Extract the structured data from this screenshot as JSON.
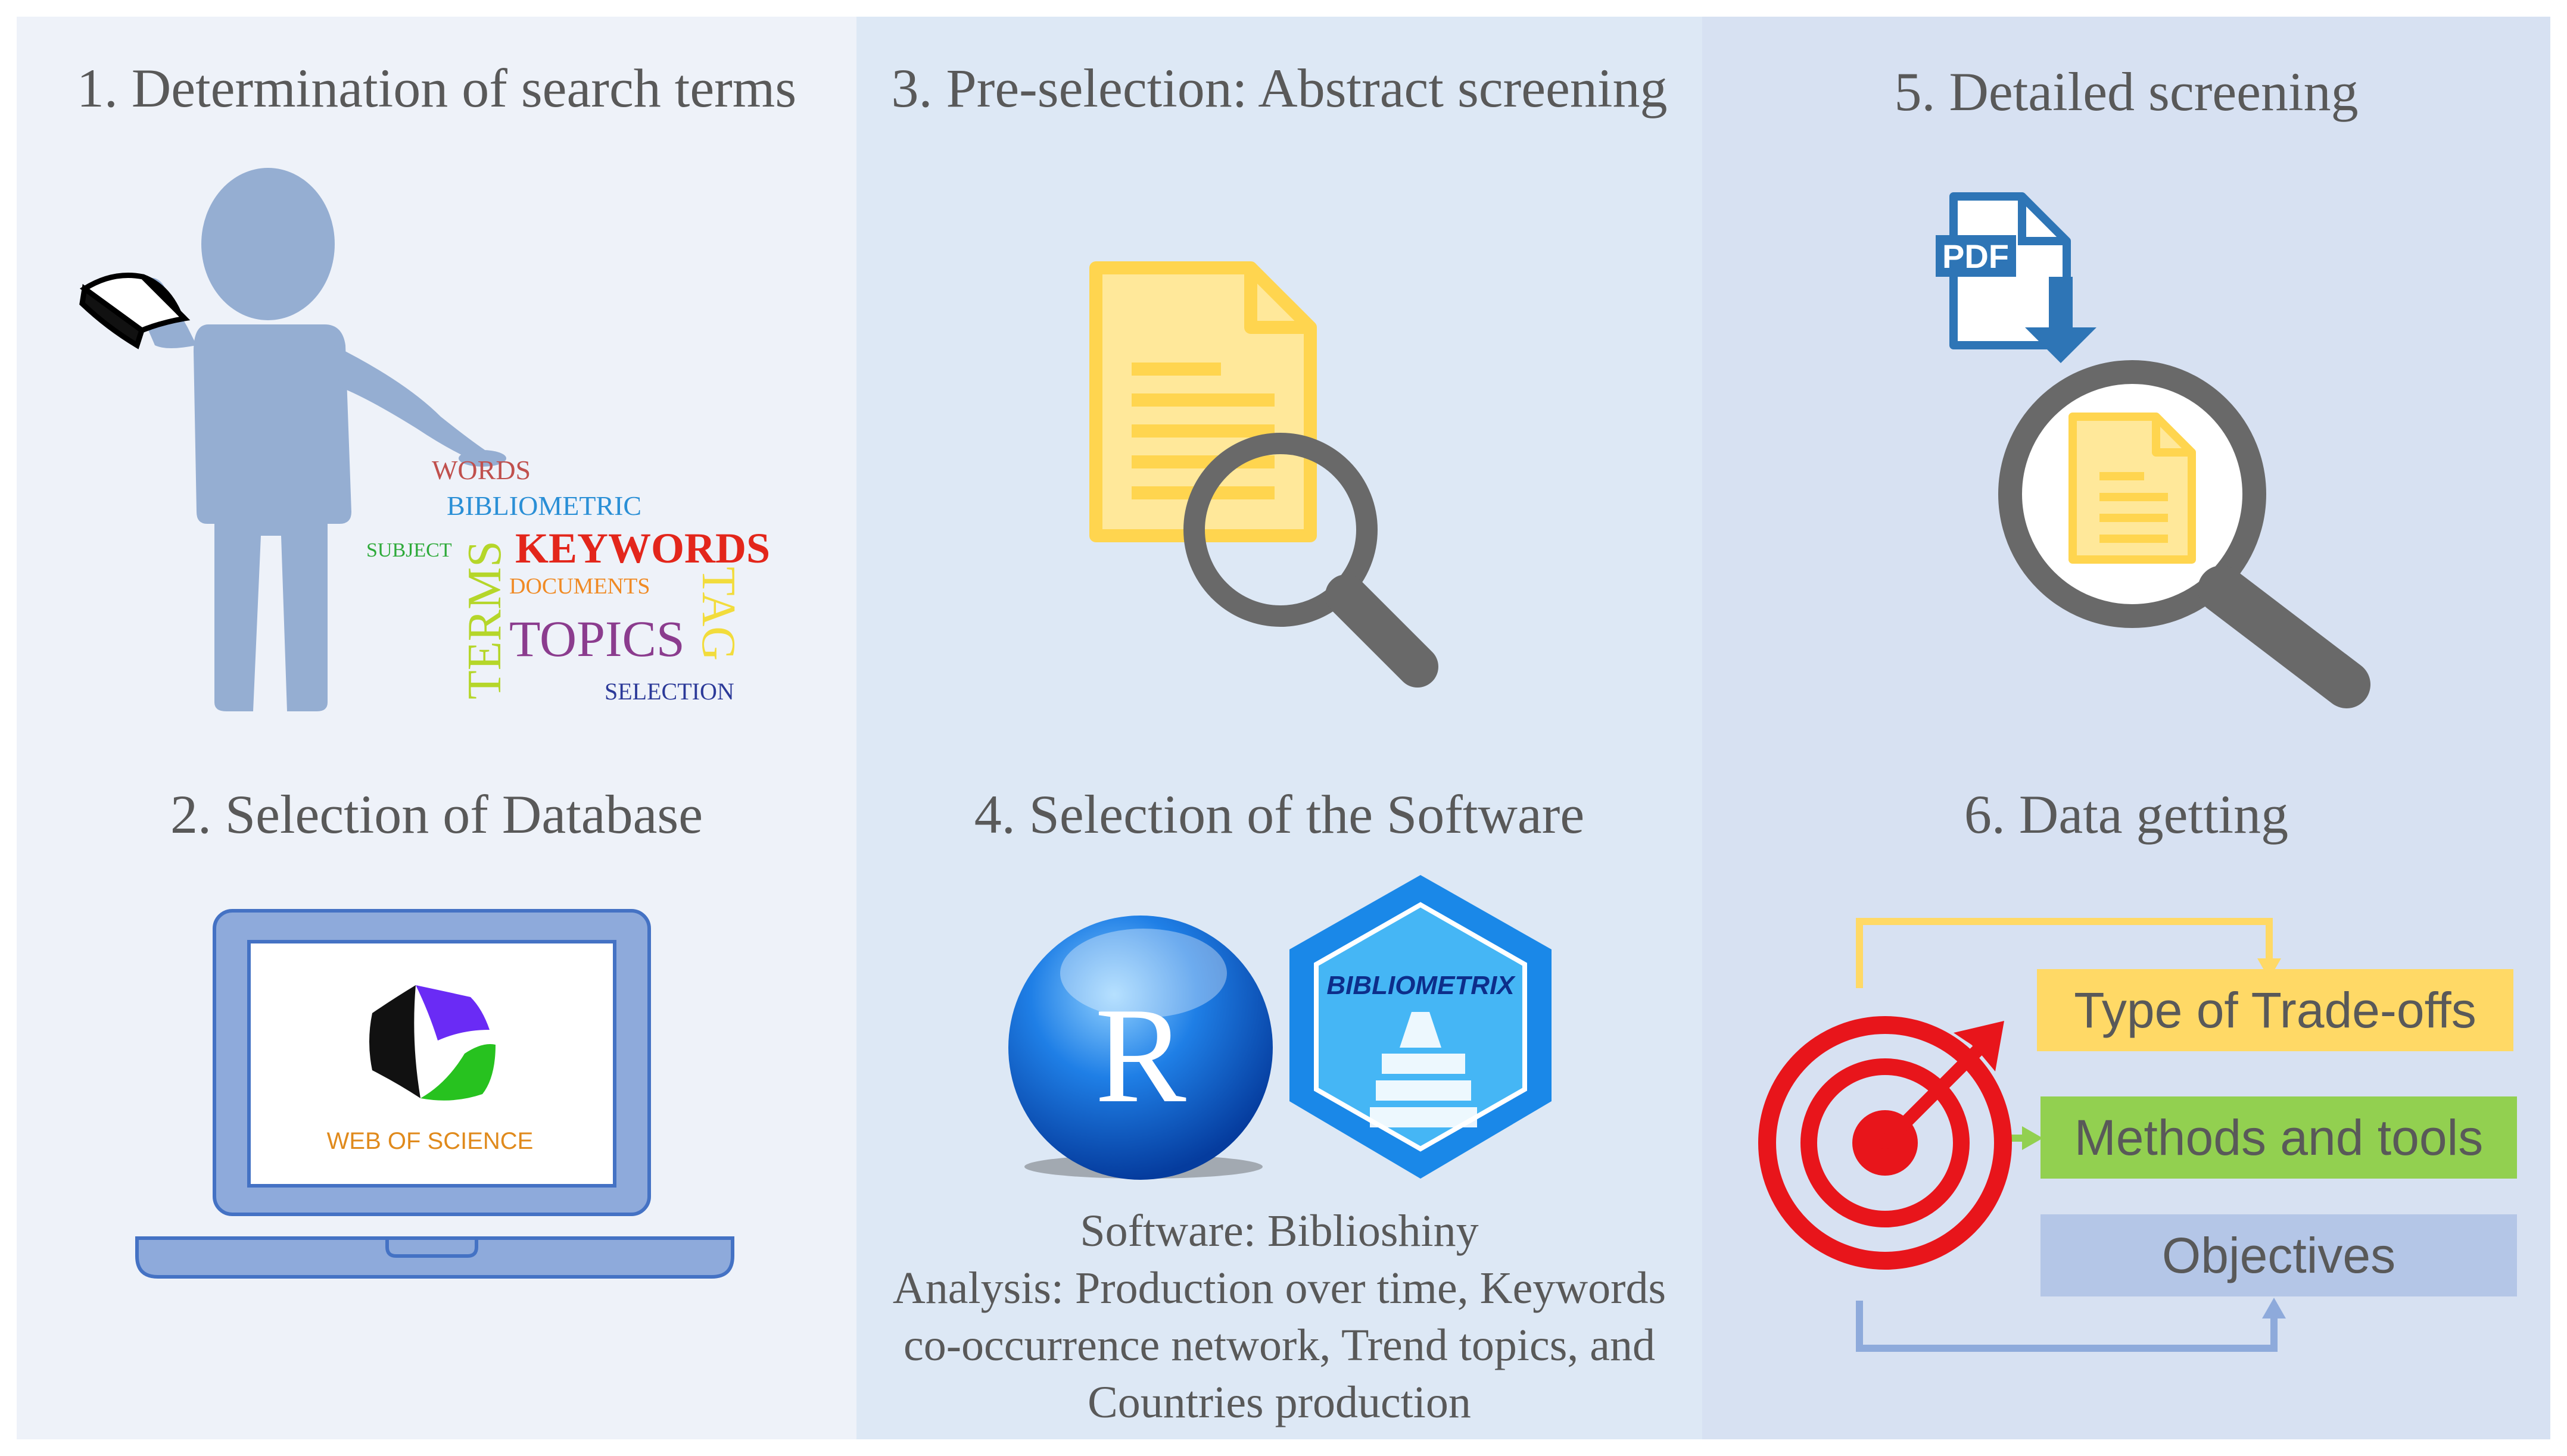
{
  "steps": {
    "step1": "1. Determination of search terms",
    "step2": "2. Selection of Database",
    "step3": "3. Pre-selection: Abstract screening",
    "step4": "4. Selection of the Software",
    "step5": "5. Detailed screening",
    "step6": "6. Data getting"
  },
  "word_cloud": {
    "words": "WORDS",
    "bibliometric": "BIBLIOMETRIC",
    "subject": "SUBJECT",
    "keywords": "KEYWORDS",
    "documents": "DOCUMENTS",
    "terms": "TERMS",
    "tag": "TAG",
    "topics": "TOPICS",
    "selection": "SELECTION"
  },
  "database": {
    "name": "WEB OF SCIENCE"
  },
  "software": {
    "r_letter": "R",
    "bibliometrix": "BIBLIOMETRIX",
    "lines": [
      "Software: Biblioshiny",
      "Analysis: Production over time, Keywords",
      "co-occurrence network, Trend topics, and",
      "Countries production"
    ]
  },
  "pdf_label": "PDF",
  "outputs": {
    "trade_offs": "Type of Trade-offs",
    "methods": "Methods and tools",
    "objectives": "Objectives"
  },
  "colors": {
    "person": "#95aed2",
    "doc_yellow": "#ffd54f",
    "magnifier": "#696969",
    "laptop_blue": "#8eaadb",
    "trade_yellow": "#ffd966",
    "methods_green": "#92d050",
    "objectives_blue": "#b4c6e7",
    "target_red": "#e8151b"
  }
}
